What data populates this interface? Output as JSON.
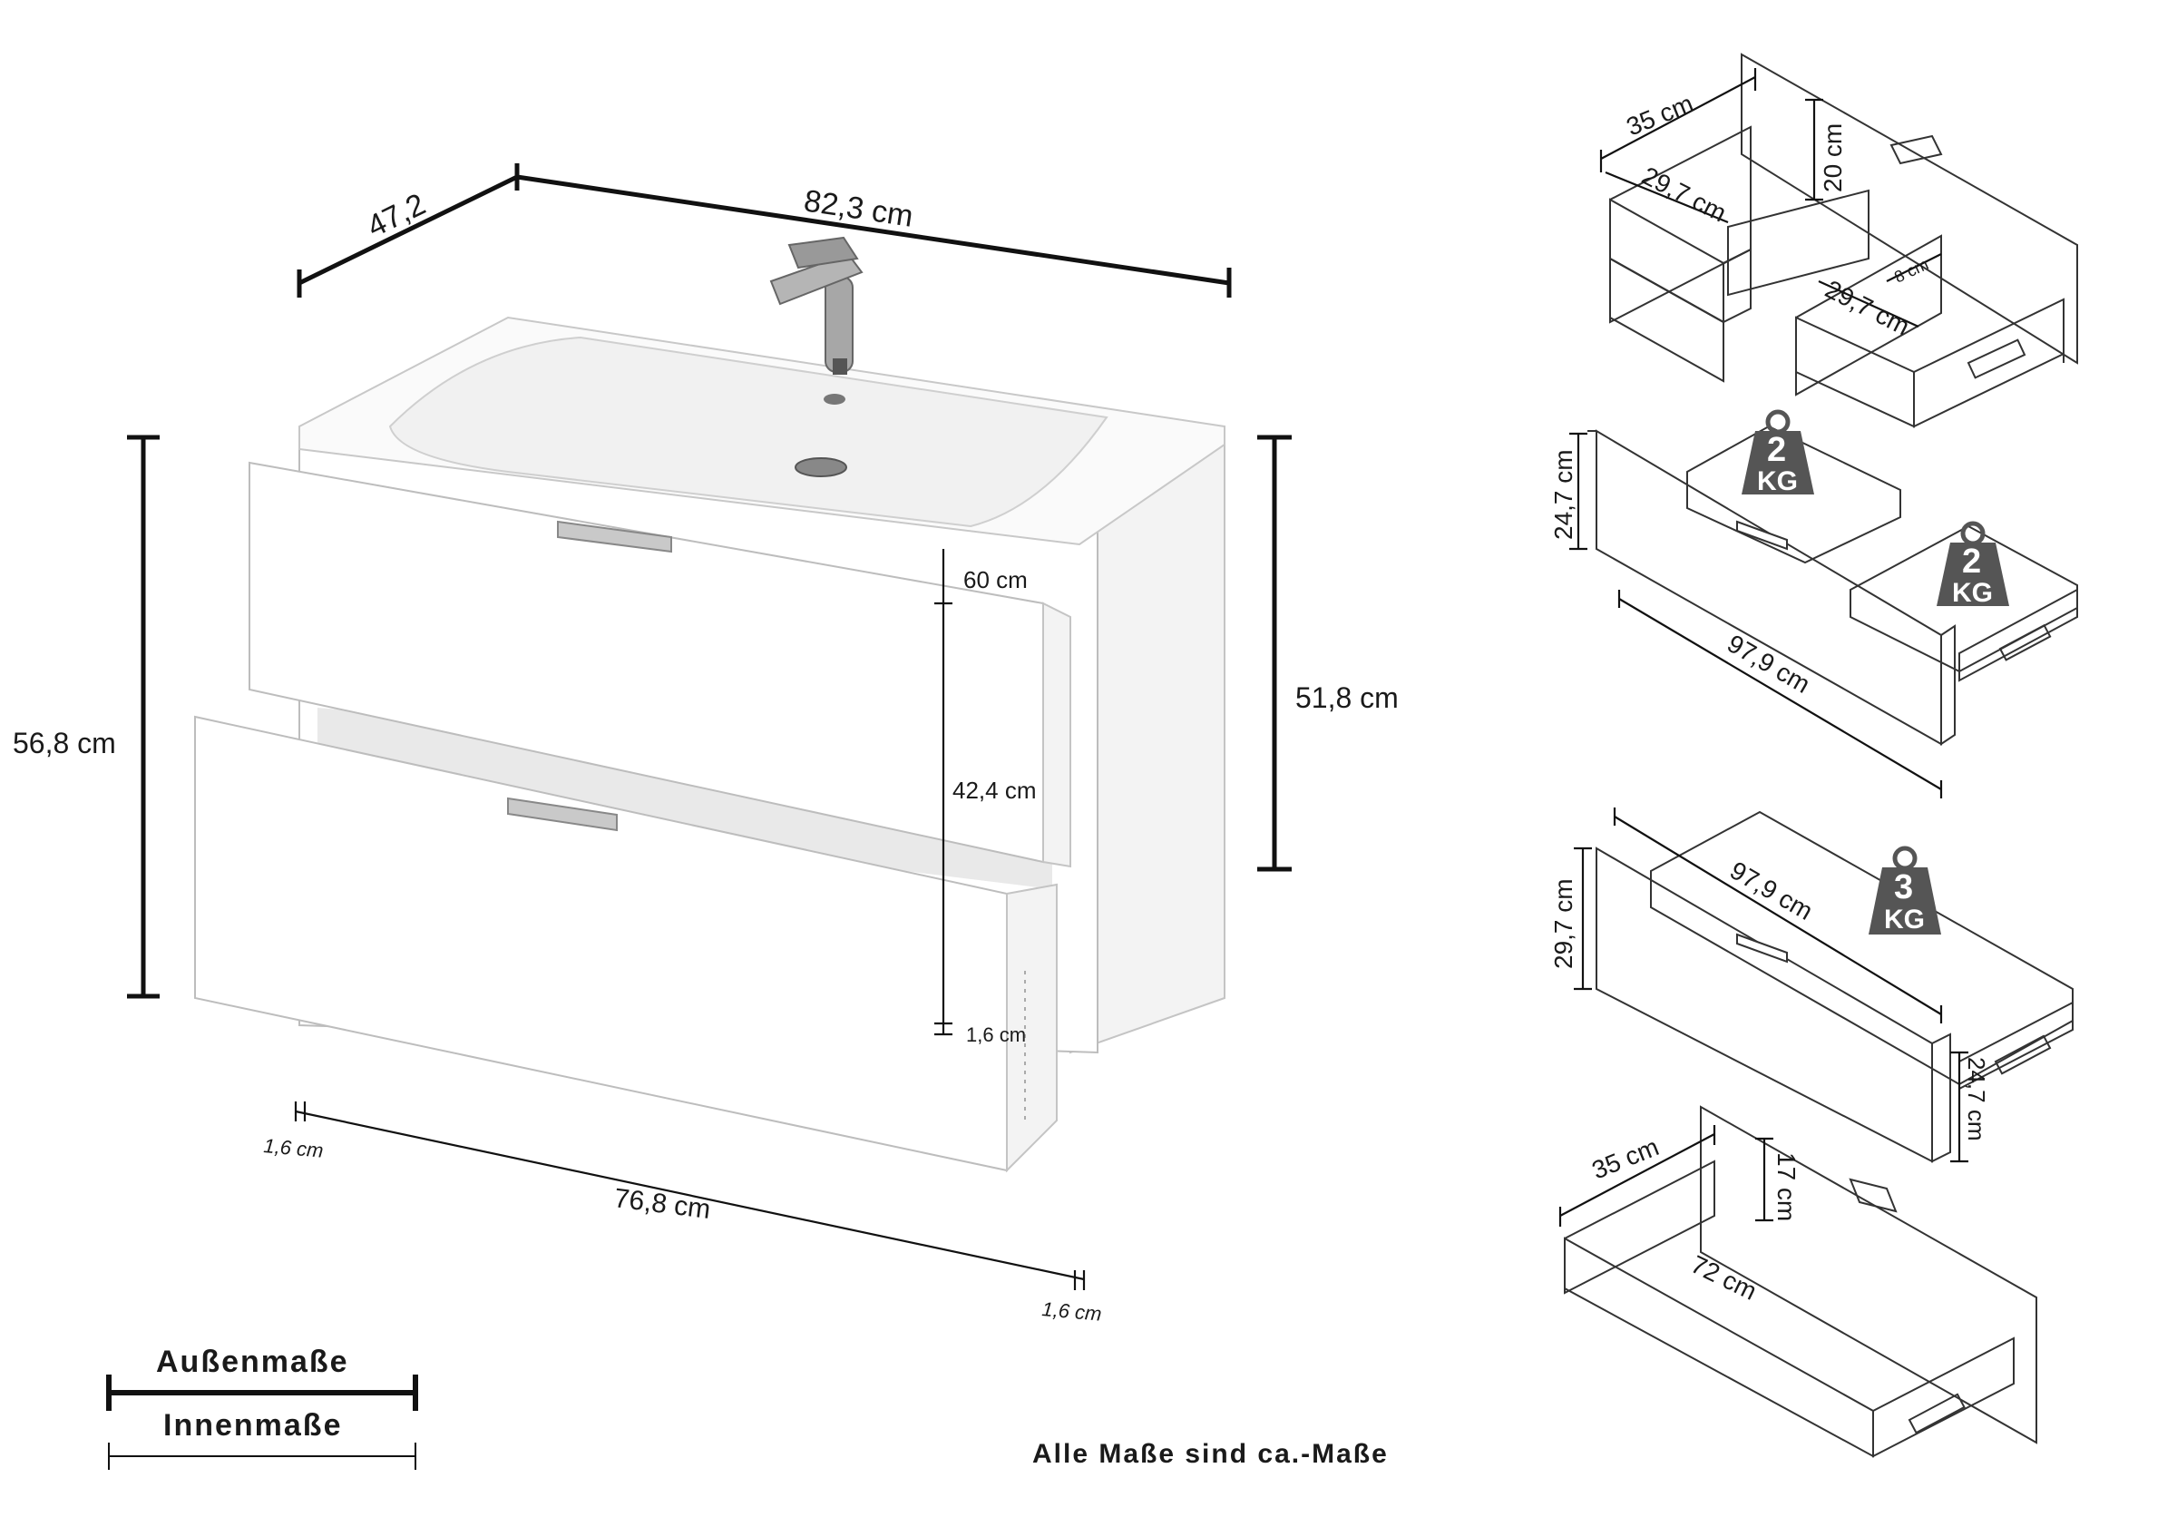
{
  "main": {
    "width_label": "82,3 cm",
    "depth_label": "47,2",
    "height_label": "56,8 cm",
    "right_height_label": "51,8 cm",
    "top_inner_label": "60 cm",
    "inner_height_label": "42,4 cm",
    "bottom_inner_label": "1,6 cm",
    "left_panel_label": "1,6 cm",
    "bottom_width_label": "76,8 cm",
    "right_panel_label": "1,6 cm"
  },
  "legend": {
    "outer_label": "Außenmaße",
    "inner_label": "Innenmaße"
  },
  "note": "Alle Maße sind ca.-Maße",
  "detail1": {
    "depth_label": "35 cm",
    "height_label": "20 cm",
    "drawer1_width_label": "29,7 cm",
    "drawer2_width_label": "29,7 cm",
    "small_label": "8 cm"
  },
  "detail2": {
    "height_label": "24,7 cm",
    "width_label": "97,9 cm",
    "weight1_number": "2",
    "weight1_unit": "KG",
    "weight2_number": "2",
    "weight2_unit": "KG"
  },
  "detail3": {
    "height_label": "29,7 cm",
    "width_label": "97,9 cm",
    "inner_height_label": "24,7 cm",
    "weight_number": "3",
    "weight_unit": "KG"
  },
  "detail4": {
    "depth_label": "35 cm",
    "height_label": "17 cm",
    "width_label": "72 cm"
  }
}
